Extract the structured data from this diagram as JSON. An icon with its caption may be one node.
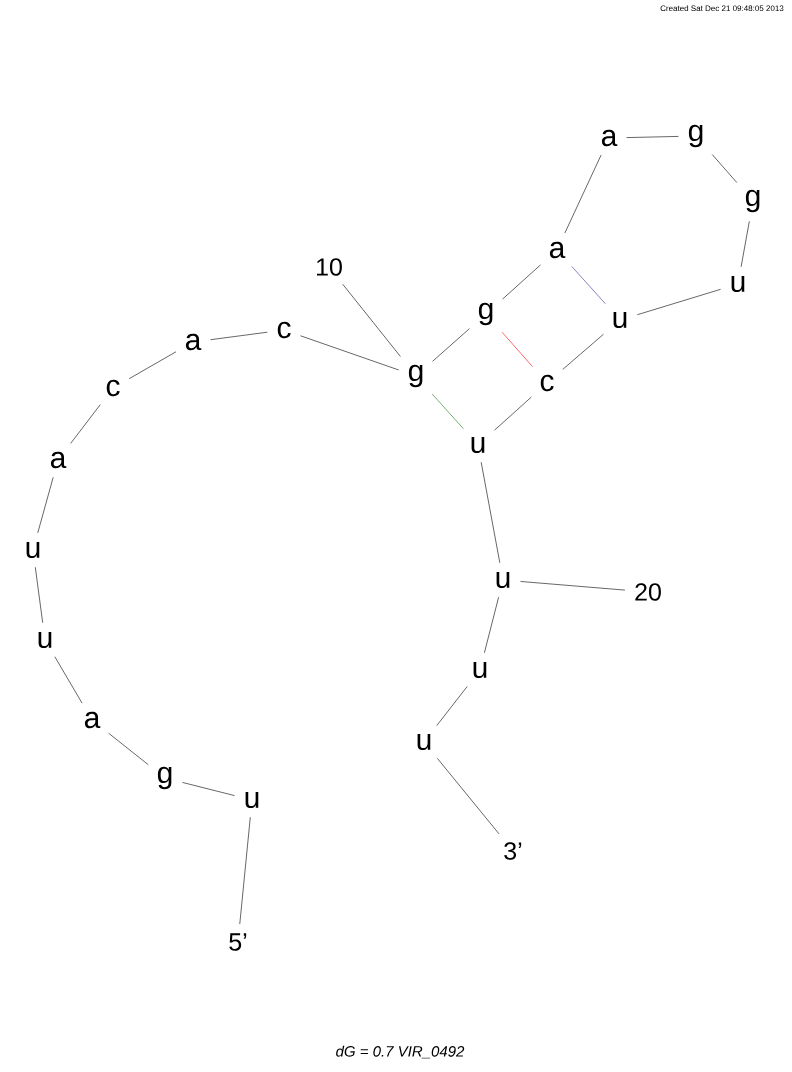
{
  "diagram": {
    "caption": "dG = 0.7 VIR_0492",
    "nodes": [
      {
        "text": [
          "u"
        ]
      },
      {
        "text": [
          "g"
        ]
      },
      {
        "text": [
          "a"
        ]
      },
      {
        "text": [
          "u"
        ]
      },
      {
        "text": [
          "u"
        ]
      },
      {
        "text": [
          "a"
        ]
      },
      {
        "text": [
          "c"
        ]
      },
      {
        "text": [
          "a"
        ]
      },
      {
        "text": [
          "c"
        ]
      },
      {
        "text": [
          "g"
        ]
      },
      {
        "text": [
          "g"
        ]
      },
      {
        "text": [
          "a"
        ]
      },
      {
        "text": [
          "a"
        ]
      },
      {
        "text": [
          "g"
        ]
      },
      {
        "text": [
          "g"
        ]
      },
      {
        "text": [
          "u"
        ]
      },
      {
        "text": [
          "u"
        ]
      },
      {
        "text": [
          "c"
        ]
      },
      {
        "text": [
          "u"
        ]
      },
      {
        "text": [
          "u"
        ]
      },
      {
        "text": [
          "u"
        ]
      },
      {
        "text": [
          "u"
        ]
      },
      {
        "text": [
          "5’"
        ]
      },
      {
        "text": [
          "10"
        ]
      },
      {
        "text": [
          "20"
        ]
      },
      {
        "text": [
          "3’"
        ]
      }
    ],
    "edges": [
      {
        "from": 0,
        "to": 1,
        "arrow": "none"
      },
      {
        "from": 1,
        "to": 2,
        "arrow": "none"
      },
      {
        "from": 2,
        "to": 3,
        "arrow": "none"
      },
      {
        "from": 3,
        "to": 4,
        "arrow": "none"
      },
      {
        "from": 4,
        "to": 5,
        "arrow": "none"
      },
      {
        "from": 5,
        "to": 6,
        "arrow": "none"
      },
      {
        "from": 6,
        "to": 7,
        "arrow": "none"
      },
      {
        "from": 7,
        "to": 8,
        "arrow": "none"
      },
      {
        "from": 8,
        "to": 9,
        "arrow": "none"
      },
      {
        "from": 9,
        "to": 10,
        "arrow": "none"
      },
      {
        "from": 10,
        "to": 11,
        "arrow": "none"
      },
      {
        "from": 11,
        "to": 12,
        "arrow": "none"
      },
      {
        "from": 12,
        "to": 13,
        "arrow": "none"
      },
      {
        "from": 13,
        "to": 14,
        "arrow": "none"
      },
      {
        "from": 14,
        "to": 15,
        "arrow": "none"
      },
      {
        "from": 15,
        "to": 16,
        "arrow": "none"
      },
      {
        "from": 16,
        "to": 17,
        "arrow": "none"
      },
      {
        "from": 17,
        "to": 18,
        "arrow": "none"
      },
      {
        "from": 18,
        "to": 19,
        "arrow": "none"
      },
      {
        "from": 19,
        "to": 20,
        "arrow": "none"
      },
      {
        "from": 20,
        "to": 21,
        "arrow": "none"
      },
      {
        "from": 9,
        "to": 18,
        "arrow": "none",
        "color": "#1a7a1a"
      },
      {
        "from": 10,
        "to": 17,
        "arrow": "none",
        "color": "#ff0000"
      },
      {
        "from": 11,
        "to": 16,
        "arrow": "none",
        "color": "#333399"
      },
      {
        "from": 22,
        "to": 0,
        "arrow": "none"
      },
      {
        "from": 23,
        "to": 9,
        "arrow": "none"
      },
      {
        "from": 24,
        "to": 19,
        "arrow": "none"
      },
      {
        "from": 25,
        "to": 21,
        "arrow": "none"
      }
    ],
    "labels": [
      "Created Sat Dec 21 09:48:05 2013"
    ]
  }
}
